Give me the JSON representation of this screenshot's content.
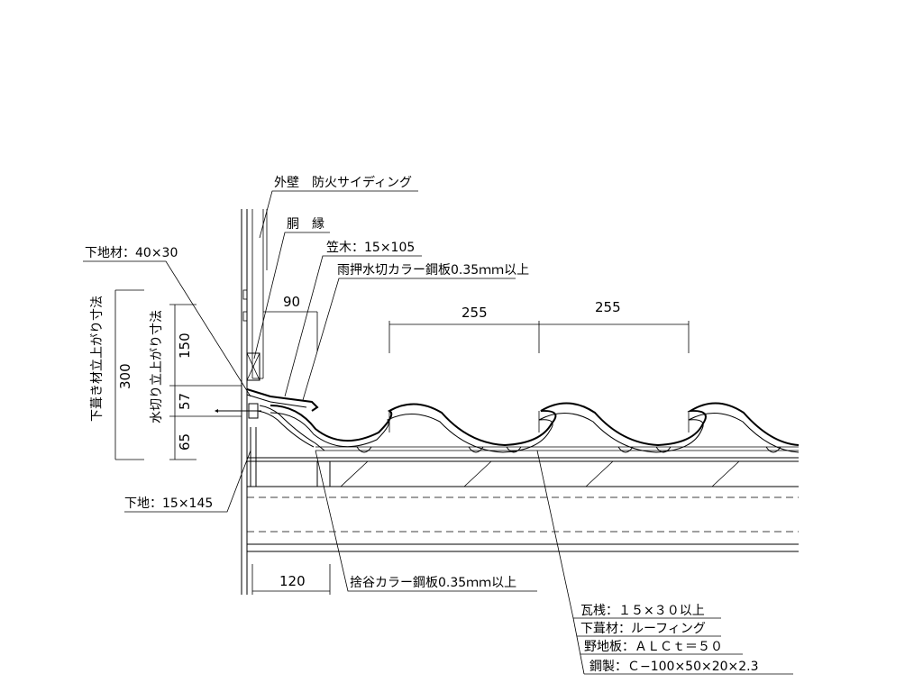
{
  "labels": {
    "outer_wall": "外壁　防火サイディング",
    "dobuchi": "胴　縁",
    "kasagi": "笠木：15×105",
    "amaosae": "雨押水切カラー鋼板0.35ｍｍ以上",
    "shitaji_zai": "下地材：40×30",
    "shitaji": "下地：15×145",
    "sutedani": "捨谷カラー鋼板0.35ｍｍ以上",
    "kawarasan": "瓦桟：１５×３０以上",
    "shitabuki": "下葺材：ルーフィング",
    "nojiita": "野地板：ＡＬＣｔ＝５０",
    "kousei": "鋼製：Ｃ−100×50×20×2.3"
  },
  "dimensions": {
    "d90": "90",
    "d255a": "255",
    "d255b": "255",
    "d120": "120",
    "d300": "300",
    "d150": "150",
    "d57": "57",
    "d65": "65"
  },
  "vertical_labels": {
    "shitabuki_rise": "下葺き材立上がり寸法",
    "mizukiri_rise": "水切り立上がり寸法"
  }
}
